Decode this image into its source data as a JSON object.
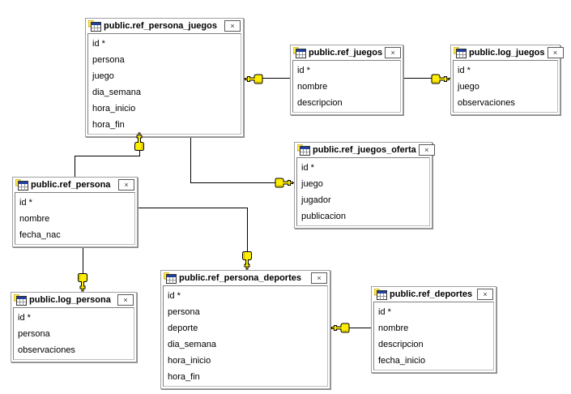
{
  "diagram": {
    "tables": [
      {
        "title": "public.ref_persona_juegos",
        "fields": [
          "id *",
          "persona",
          "juego",
          "dia_semana",
          "hora_inicio",
          "hora_fin"
        ]
      },
      {
        "title": "public.ref_juegos",
        "fields": [
          "id *",
          "nombre",
          "descripcion"
        ]
      },
      {
        "title": "public.log_juegos",
        "fields": [
          "id *",
          "juego",
          "observaciones"
        ]
      },
      {
        "title": "public.ref_juegos_oferta",
        "fields": [
          "id *",
          "juego",
          "jugador",
          "publicacion"
        ]
      },
      {
        "title": "public.ref_persona",
        "fields": [
          "id *",
          "nombre",
          "fecha_nac"
        ]
      },
      {
        "title": "public.log_persona",
        "fields": [
          "id *",
          "persona",
          "observaciones"
        ]
      },
      {
        "title": "public.ref_persona_deportes",
        "fields": [
          "id *",
          "persona",
          "deporte",
          "dia_semana",
          "hora_inicio",
          "hora_fin"
        ]
      },
      {
        "title": "public.ref_deportes",
        "fields": [
          "id *",
          "nombre",
          "descripcion",
          "fecha_inicio"
        ]
      }
    ],
    "relationships": [
      {
        "from": "public.ref_persona_juegos",
        "to": "public.ref_juegos",
        "key_at": "public.ref_persona_juegos"
      },
      {
        "from": "public.ref_juegos",
        "to": "public.log_juegos",
        "key_at": "public.log_juegos"
      },
      {
        "from": "public.ref_persona_juegos",
        "to": "public.ref_persona",
        "key_at": "public.ref_persona_juegos"
      },
      {
        "from": "public.ref_persona_juegos",
        "to": "public.ref_juegos_oferta",
        "key_at": "public.ref_juegos_oferta"
      },
      {
        "from": "public.ref_persona",
        "to": "public.ref_persona_deportes",
        "key_at": "public.ref_persona_deportes"
      },
      {
        "from": "public.ref_persona",
        "to": "public.log_persona",
        "key_at": "public.log_persona"
      },
      {
        "from": "public.ref_persona_deportes",
        "to": "public.ref_deportes",
        "key_at": "public.ref_persona_deportes"
      }
    ],
    "ui": {
      "close_label": "×",
      "primary_key_marker": "*"
    },
    "colors": {
      "key": "#ffee00",
      "line": "#000000",
      "table_border": "#a0a0a0",
      "title_text": "#000000"
    }
  }
}
